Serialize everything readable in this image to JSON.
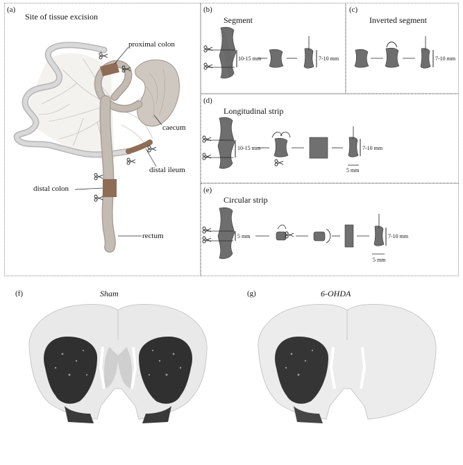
{
  "panel_a": {
    "tag": "(a)",
    "title": "Site of tissue excision",
    "labels": {
      "proximal_colon": "proximal colon",
      "caecum": "caecum",
      "distal_ileum": "distal ileum",
      "distal_colon": "distal colon",
      "rectum": "rectum"
    }
  },
  "panel_b": {
    "tag": "(b)",
    "title": "Segment",
    "dim1": "10-15 mm",
    "dim2": "7-10 mm"
  },
  "panel_c": {
    "tag": "(c)",
    "title": "Inverted segment",
    "dim1": "7-10 mm"
  },
  "panel_d": {
    "tag": "(d)",
    "title": "Longitudinal strip",
    "dim1": "10-15 mm",
    "dim2": "7-10 mm",
    "dim3": "5 mm"
  },
  "panel_e": {
    "tag": "(e)",
    "title": "Circular strip",
    "dim1": "5 mm",
    "dim2": "7-10 mm",
    "dim3": "5 mm"
  },
  "panel_f": {
    "tag": "(f)",
    "title": "Sham"
  },
  "panel_g": {
    "tag": "(g)",
    "title": "6-OHDA"
  },
  "colors": {
    "tissue": "#bfb6ad",
    "highlight": "#8e6c55",
    "tube": "#c8c8c8",
    "strip": "#6e6e6e",
    "stain": "#2c2c2c",
    "section": "#e6e6e6"
  }
}
